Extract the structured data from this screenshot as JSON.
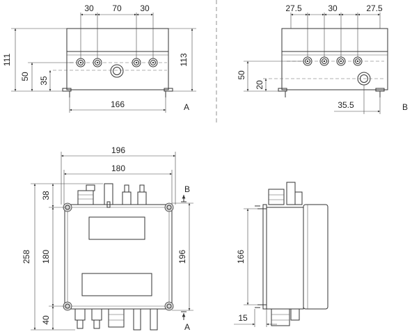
{
  "view_front_top": {
    "dim_top_1": "30",
    "dim_top_2": "70",
    "dim_top_3": "30",
    "dim_left_outer": "111",
    "dim_left_inner": "50",
    "dim_left_small": "35",
    "dim_right": "113",
    "dim_bottom": "166",
    "label": "A"
  },
  "view_back_top": {
    "dim_top_1": "27.5",
    "dim_top_2": "30",
    "dim_top_3": "27.5",
    "dim_left_outer": "50",
    "dim_left_inner": "20",
    "dim_bottom": "35.5",
    "label": "B"
  },
  "view_plan": {
    "dim_width_outer": "196",
    "dim_width_inner": "180",
    "dim_left_outer": "258",
    "dim_left_top": "38",
    "dim_left_mid": "180",
    "dim_left_bottom": "40",
    "dim_right": "196",
    "label_top": "B",
    "label_bottom": "A"
  },
  "view_side": {
    "dim_height": "166",
    "dim_bottom": "15"
  }
}
